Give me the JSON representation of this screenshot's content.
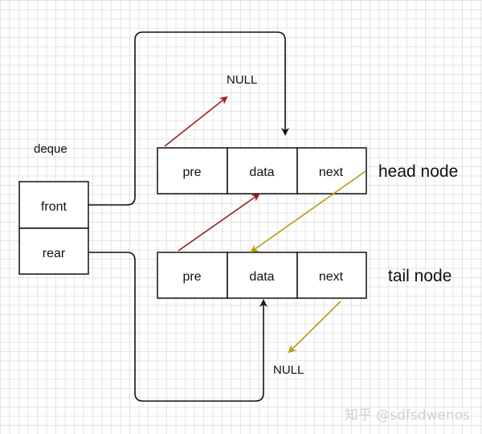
{
  "deque": {
    "label": "deque",
    "fields": [
      "front",
      "rear"
    ]
  },
  "head_node": {
    "label": "head node",
    "cells": [
      "pre",
      "data",
      "next"
    ]
  },
  "tail_node": {
    "label": "tail node",
    "cells": [
      "pre",
      "data",
      "next"
    ]
  },
  "null_labels": [
    "NULL",
    "NULL"
  ],
  "watermark": "知乎 @sdfsdwenos",
  "colors": {
    "box_stroke": "#111111",
    "red_arrow": "#a11d1d",
    "gold_arrow": "#b59a10",
    "black_arrow": "#111111",
    "grid": "#e4e4e4"
  }
}
